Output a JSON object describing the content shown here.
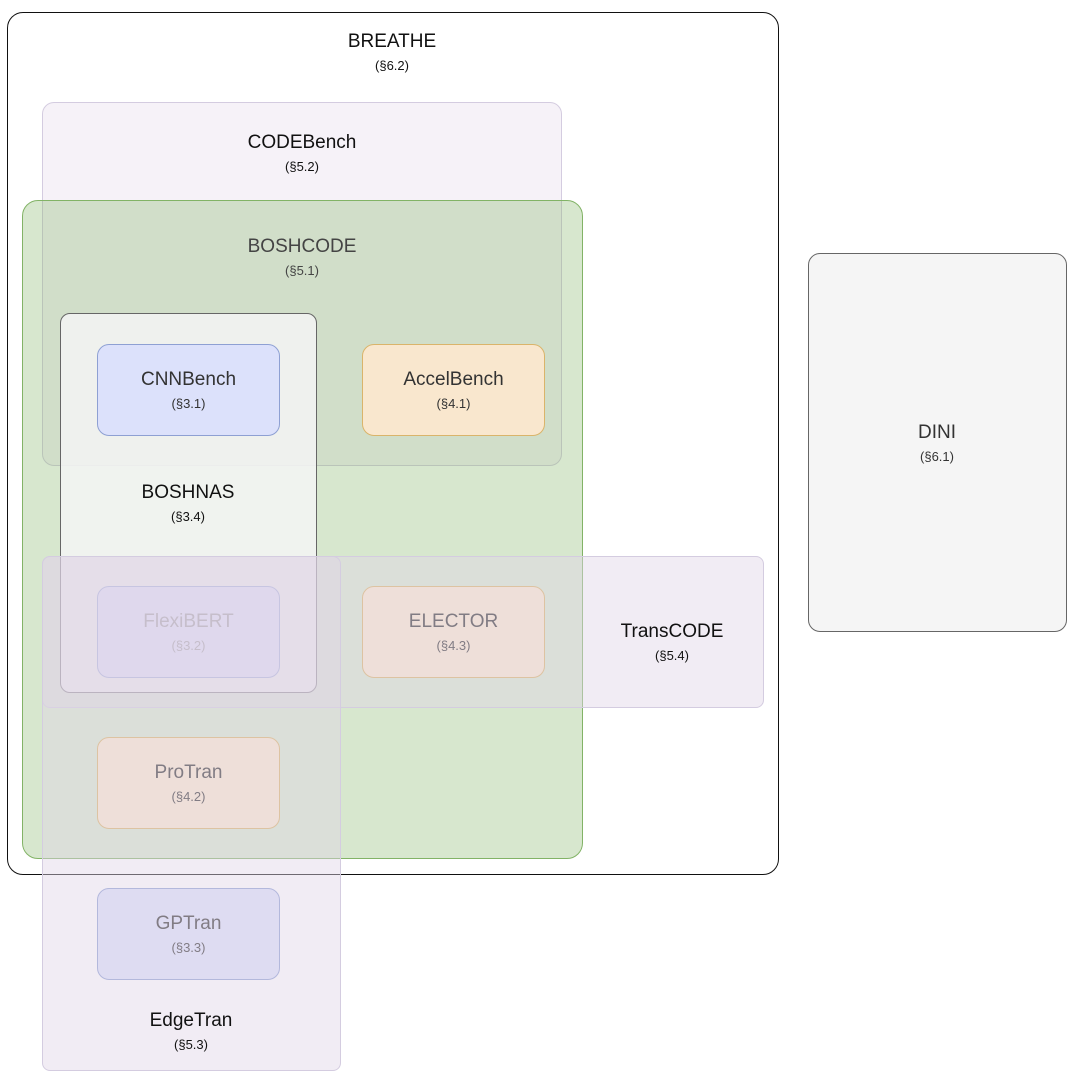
{
  "containers": {
    "breathe": {
      "name": "BREATHE",
      "section": "(§6.2)"
    },
    "codebench": {
      "name": "CODEBench",
      "section": "(§5.2)"
    },
    "boshcode": {
      "name": "BOSHCODE",
      "section": "(§5.1)"
    },
    "boshnas": {
      "name": "BOSHNAS",
      "section": "(§3.4)"
    },
    "transcode": {
      "name": "TransCODE",
      "section": "(§5.4)"
    },
    "edgetran": {
      "name": "EdgeTran",
      "section": "(§5.3)"
    },
    "dini": {
      "name": "DINI",
      "section": "(§6.1)"
    }
  },
  "modules": {
    "cnnbench": {
      "name": "CNNBench",
      "section": "(§3.1)"
    },
    "accelbench": {
      "name": "AccelBench",
      "section": "(§4.1)"
    },
    "flexibert": {
      "name": "FlexiBERT",
      "section": "(§3.2)"
    },
    "elector": {
      "name": "ELECTOR",
      "section": "(§4.3)"
    },
    "protran": {
      "name": "ProTran",
      "section": "(§4.2)"
    },
    "gptran": {
      "name": "GPTran",
      "section": "(§3.3)"
    }
  },
  "colors": {
    "boshcode_fill": "#82b366",
    "lavender_fill": "#e1d5e7",
    "blue_module": "#dae0fc",
    "orange_module": "#fce7ce",
    "grey_box": "#f5f5f5"
  }
}
